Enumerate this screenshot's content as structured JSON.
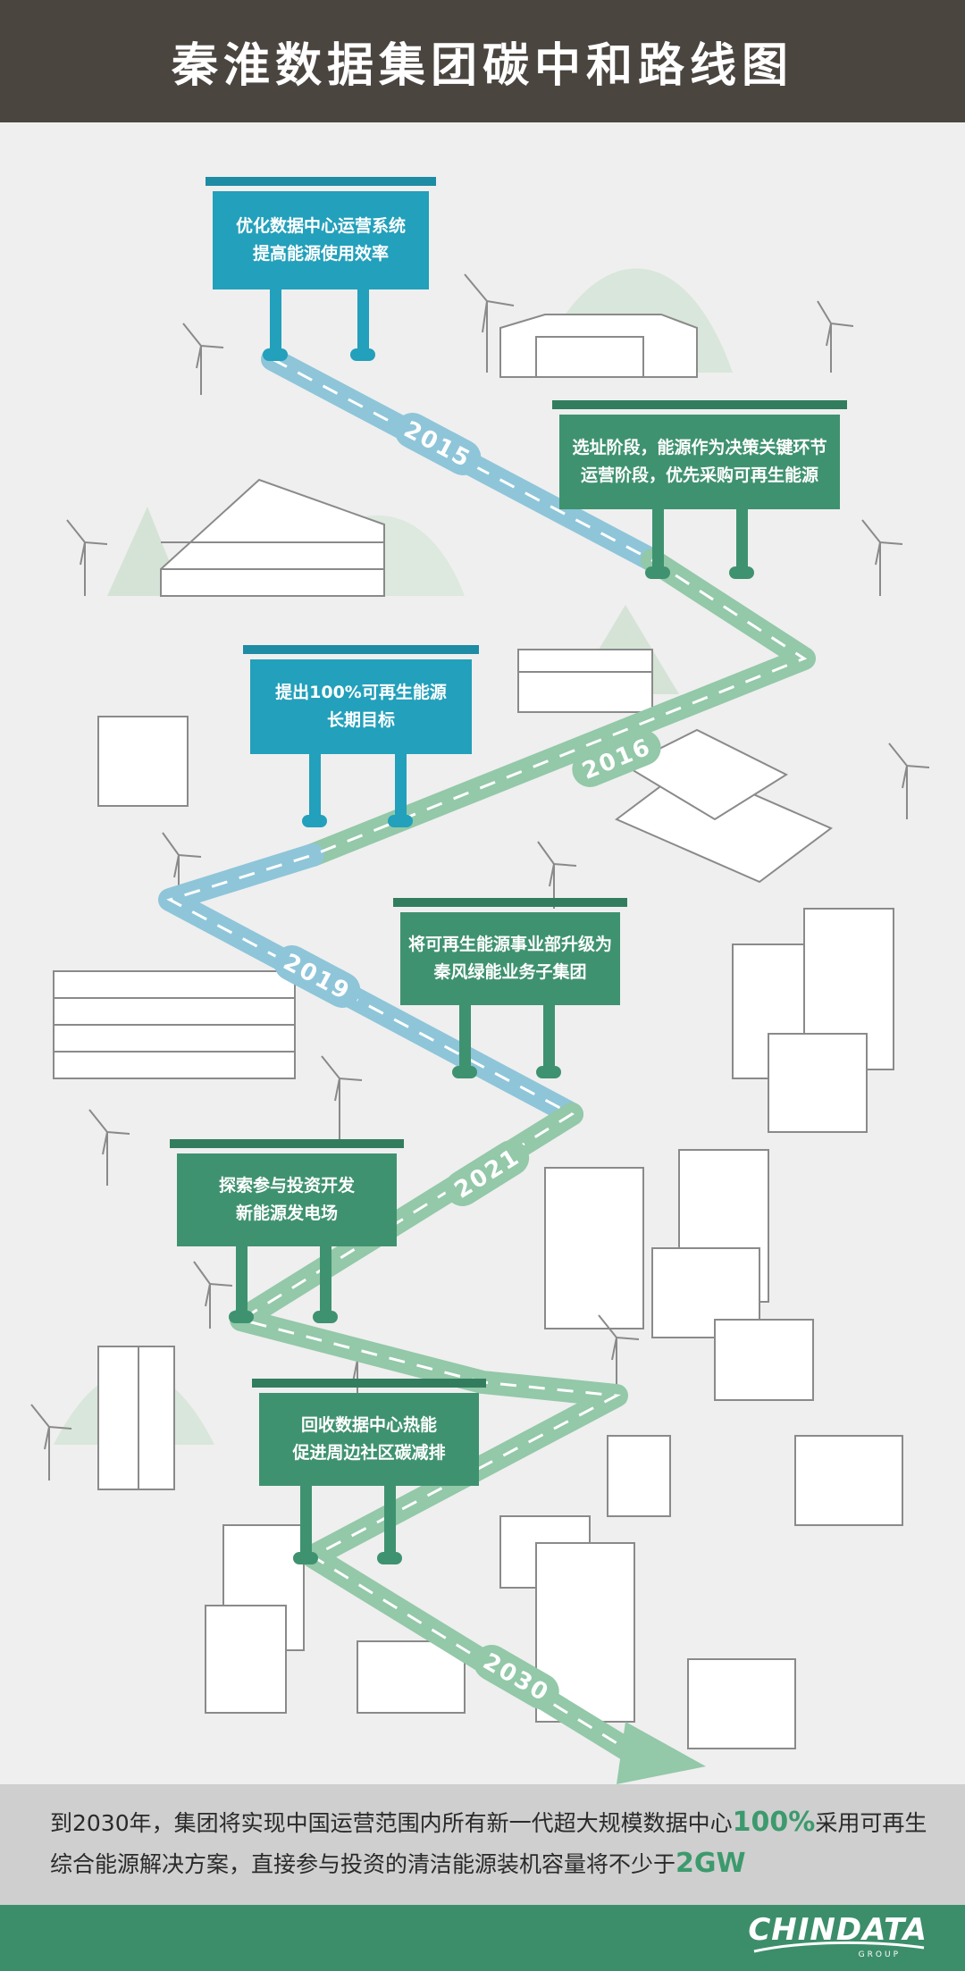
{
  "title": "秦淮数据集团碳中和路线图",
  "milestones": [
    {
      "year": "2015",
      "color": "blue",
      "lines": [
        "优化数据中心运营系统",
        "提高能源使用效率"
      ]
    },
    {
      "year": "2016",
      "color": "green",
      "lines": [
        "选址阶段，能源作为决策关键环节",
        "运营阶段，优先采购可再生能源"
      ]
    },
    {
      "year": "2019",
      "color": "blue",
      "lines": [
        "提出100%可再生能源",
        "长期目标"
      ]
    },
    {
      "year": "2021",
      "color": "green",
      "lines": [
        "将可再生能源事业部升级为",
        "秦风绿能业务子集团"
      ]
    },
    {
      "year": "2030",
      "color": "green",
      "lines": [
        "探索参与投资开发",
        "新能源发电场"
      ]
    },
    {
      "year": "",
      "color": "green",
      "lines": [
        "回收数据中心热能",
        "促进周边社区碳减排"
      ]
    }
  ],
  "summary": {
    "line1_pre": "到2030年，集团将实现中国运营范围内所有新一代超大规模数据中心",
    "line1_hl": "100%",
    "line1_post": "采用可再生",
    "line2_pre": "综合能源解决方案，直接参与投资的清洁能源装机容量将不少于",
    "line2_hl": "2GW"
  },
  "logo": {
    "name": "CHINDATA",
    "sub": "GROUP"
  },
  "colors": {
    "header": "#4b4540",
    "blue": "#23a0bb",
    "green": "#3f9270",
    "road_blue": "#8ec5d9",
    "road_green": "#93c8a8",
    "footer": "#3c8e6a",
    "summary_bg": "#cfcfcf",
    "highlight": "#3c9a6d"
  }
}
